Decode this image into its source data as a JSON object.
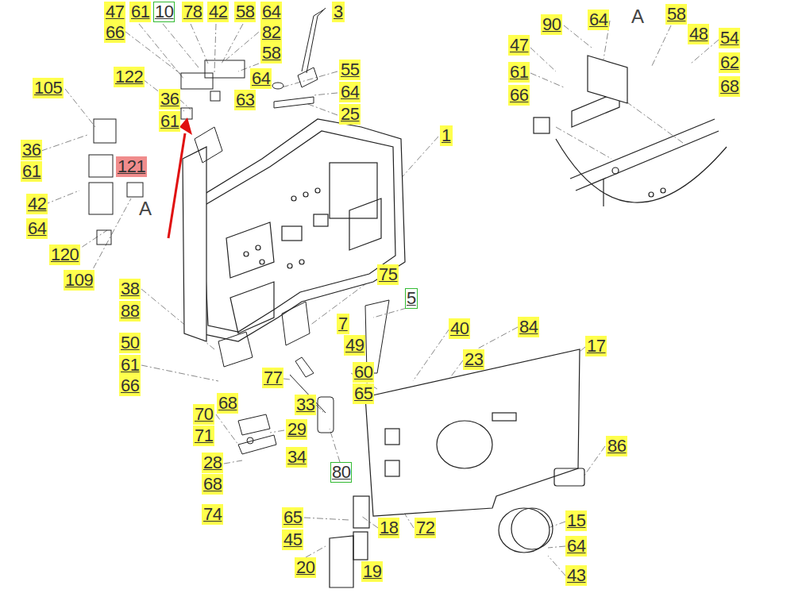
{
  "diagram": {
    "labels": [
      "47",
      "61",
      "10",
      "78",
      "42",
      "58",
      "64",
      "3",
      "66",
      "82",
      "58",
      "122",
      "64",
      "55",
      "105",
      "36",
      "63",
      "64",
      "61",
      "25",
      "1",
      "36",
      "61",
      "121",
      "42",
      "A",
      "64",
      "120",
      "109",
      "75",
      "38",
      "5",
      "88",
      "7",
      "40",
      "84",
      "50",
      "49",
      "17",
      "23",
      "61",
      "60",
      "77",
      "66",
      "65",
      "68",
      "33",
      "70",
      "29",
      "71",
      "34",
      "28",
      "86",
      "80",
      "68",
      "74",
      "65",
      "15",
      "18",
      "72",
      "45",
      "64",
      "20",
      "19",
      "43",
      "A",
      "90",
      "64",
      "58",
      "48",
      "54",
      "47",
      "62",
      "61",
      "68",
      "66"
    ]
  }
}
